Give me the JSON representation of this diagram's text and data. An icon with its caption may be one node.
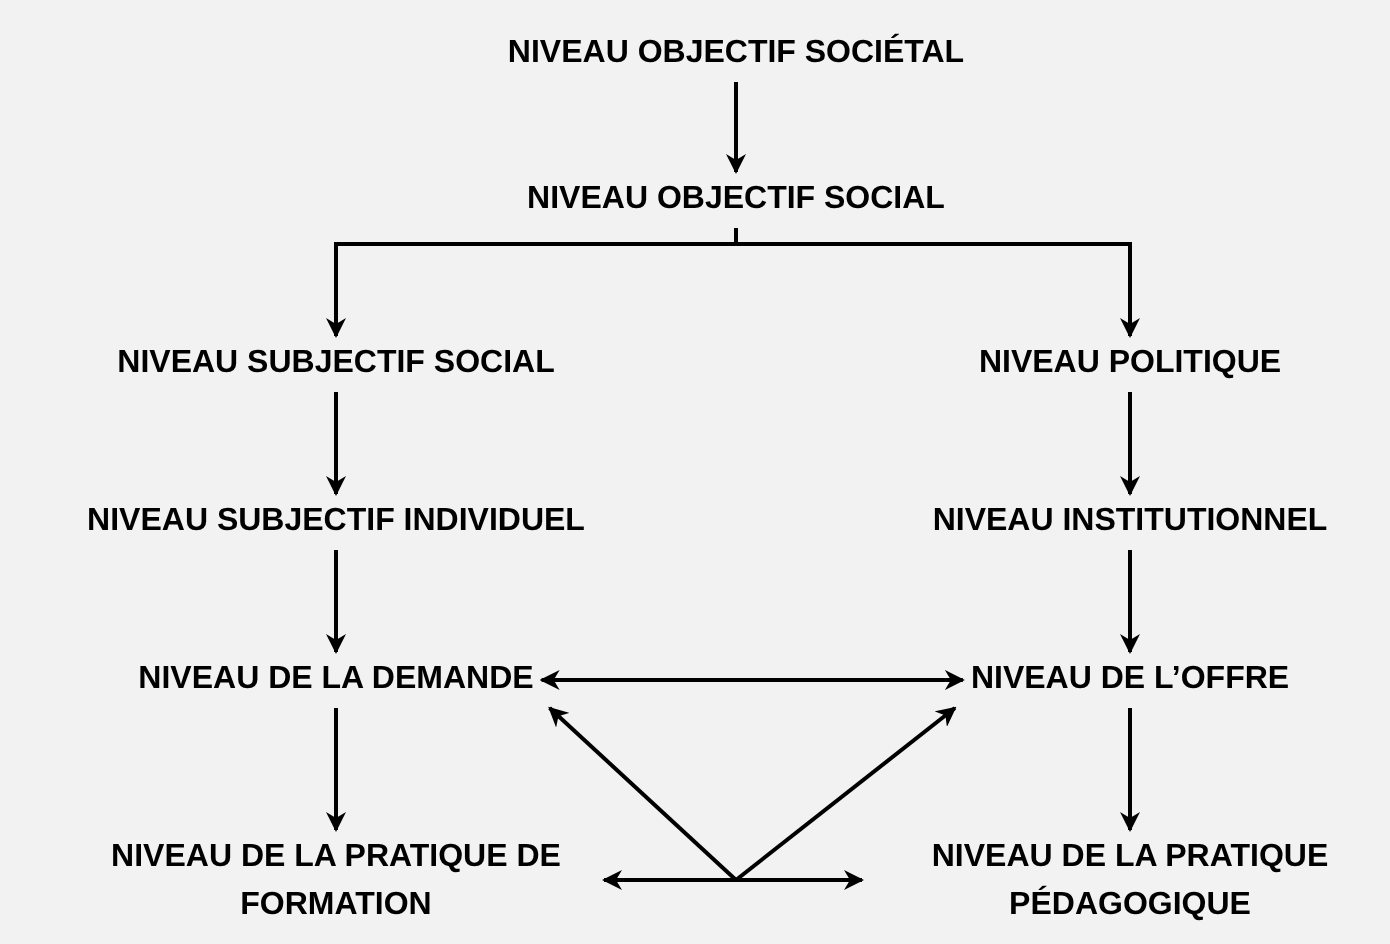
{
  "diagram": {
    "nodes": [
      {
        "text": [
          "NIVEAU OBJECTIF SOCIÉTAL"
        ]
      },
      {
        "text": [
          "NIVEAU OBJECTIF SOCIAL"
        ]
      },
      {
        "text": [
          "NIVEAU SUBJECTIF SOCIAL"
        ]
      },
      {
        "text": [
          "NIVEAU POLITIQUE"
        ]
      },
      {
        "text": [
          "NIVEAU SUBJECTIF INDIVIDUEL"
        ]
      },
      {
        "text": [
          "NIVEAU INSTITUTIONNEL"
        ]
      },
      {
        "text": [
          "NIVEAU DE LA DEMANDE"
        ]
      },
      {
        "text": [
          "NIVEAU DE L’OFFRE"
        ]
      },
      {
        "text": [
          "NIVEAU DE LA PRATIQUE DE FORMATION"
        ]
      },
      {
        "text": [
          "NIVEAU DE LA PRATIQUE PÉDAGOGIQUE"
        ]
      }
    ],
    "edges": [
      {
        "from": 0,
        "to": 1,
        "arrow": "to"
      },
      {
        "from": 1,
        "to": 2,
        "arrow": "to"
      },
      {
        "from": 1,
        "to": 3,
        "arrow": "to"
      },
      {
        "from": 2,
        "to": 4,
        "arrow": "to"
      },
      {
        "from": 4,
        "to": 6,
        "arrow": "to"
      },
      {
        "from": 6,
        "to": 8,
        "arrow": "to"
      },
      {
        "from": 3,
        "to": 5,
        "arrow": "to"
      },
      {
        "from": 5,
        "to": 7,
        "arrow": "to"
      },
      {
        "from": 7,
        "to": 9,
        "arrow": "to"
      },
      {
        "from": 6,
        "to": 7,
        "arrow": "both"
      },
      {
        "from": null,
        "to": 6,
        "arrow": "to"
      },
      {
        "from": null,
        "to": 7,
        "arrow": "to"
      },
      {
        "from": null,
        "to": 8,
        "arrow": "to"
      },
      {
        "from": null,
        "to": 9,
        "arrow": "to"
      }
    ]
  }
}
